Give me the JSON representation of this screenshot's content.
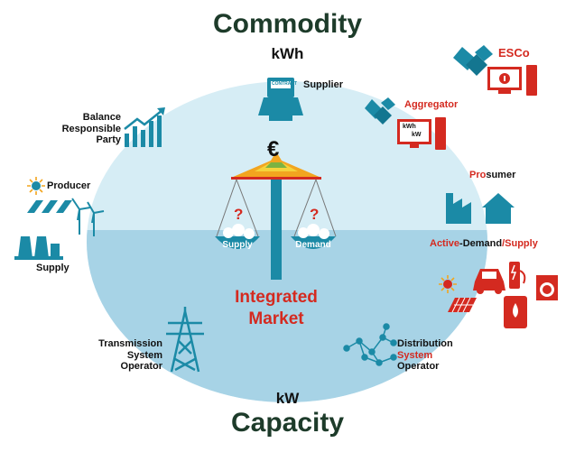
{
  "top": {
    "title": "Commodity",
    "unit": "kWh"
  },
  "bottom": {
    "title": "Capacity",
    "unit": "kW"
  },
  "center": {
    "symbol": "€",
    "left_pan": "Supply",
    "right_pan": "Demand",
    "question": "?",
    "market_line1": "Integrated",
    "market_line2": "Market"
  },
  "actors": {
    "supplier": "Supplier",
    "brp": [
      "Balance",
      "Responsible",
      "Party"
    ],
    "producer": "Producer",
    "supply": "Supply",
    "tso": [
      "Transmission",
      "System",
      "Operator"
    ],
    "esco": "ESCo",
    "aggregator": "Aggregator",
    "aggregator_screen": [
      "kWh",
      "kW"
    ],
    "prosumer_red": "Pro",
    "prosumer_black": "sumer",
    "ads_part1": "Active",
    "ads_part2": "-Demand",
    "ads_part3": "/Supply",
    "dso": [
      "Distribution",
      "System",
      "Operator"
    ],
    "supplier_device_label": "CONTRACT"
  },
  "colors": {
    "dark_green": "#1d3b2a",
    "red": "#d42a20",
    "teal": "#1b8aa6",
    "sky": "#d6edf5",
    "water": "#a7d3e6"
  }
}
